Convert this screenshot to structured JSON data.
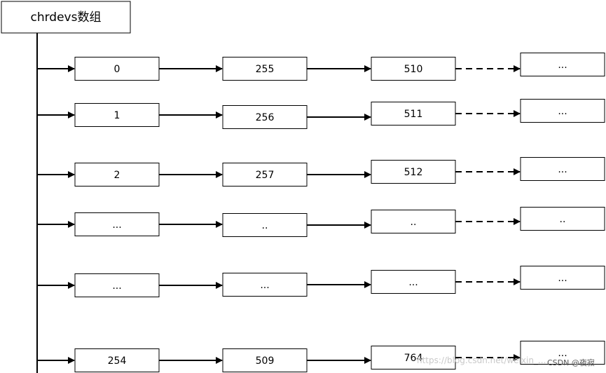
{
  "title": "chrdevs数组",
  "rows": [
    {
      "cells": [
        "0",
        "255",
        "510",
        "..."
      ]
    },
    {
      "cells": [
        "1",
        "256",
        "511",
        "..."
      ]
    },
    {
      "cells": [
        "2",
        "257",
        "512",
        "..."
      ]
    },
    {
      "cells": [
        "...",
        "..",
        "..",
        ".."
      ]
    },
    {
      "cells": [
        "...",
        "...",
        "...",
        "..."
      ]
    },
    {
      "cells": [
        "254",
        "509",
        "764",
        "..."
      ]
    }
  ],
  "watermark": {
    "url_text": "https://blog.csdn.net/weixin_...",
    "brand_text": "CSDN @夜寂"
  },
  "colors": {
    "stroke": "#000000",
    "background": "#ffffff",
    "watermark": "#c9c9c9"
  }
}
